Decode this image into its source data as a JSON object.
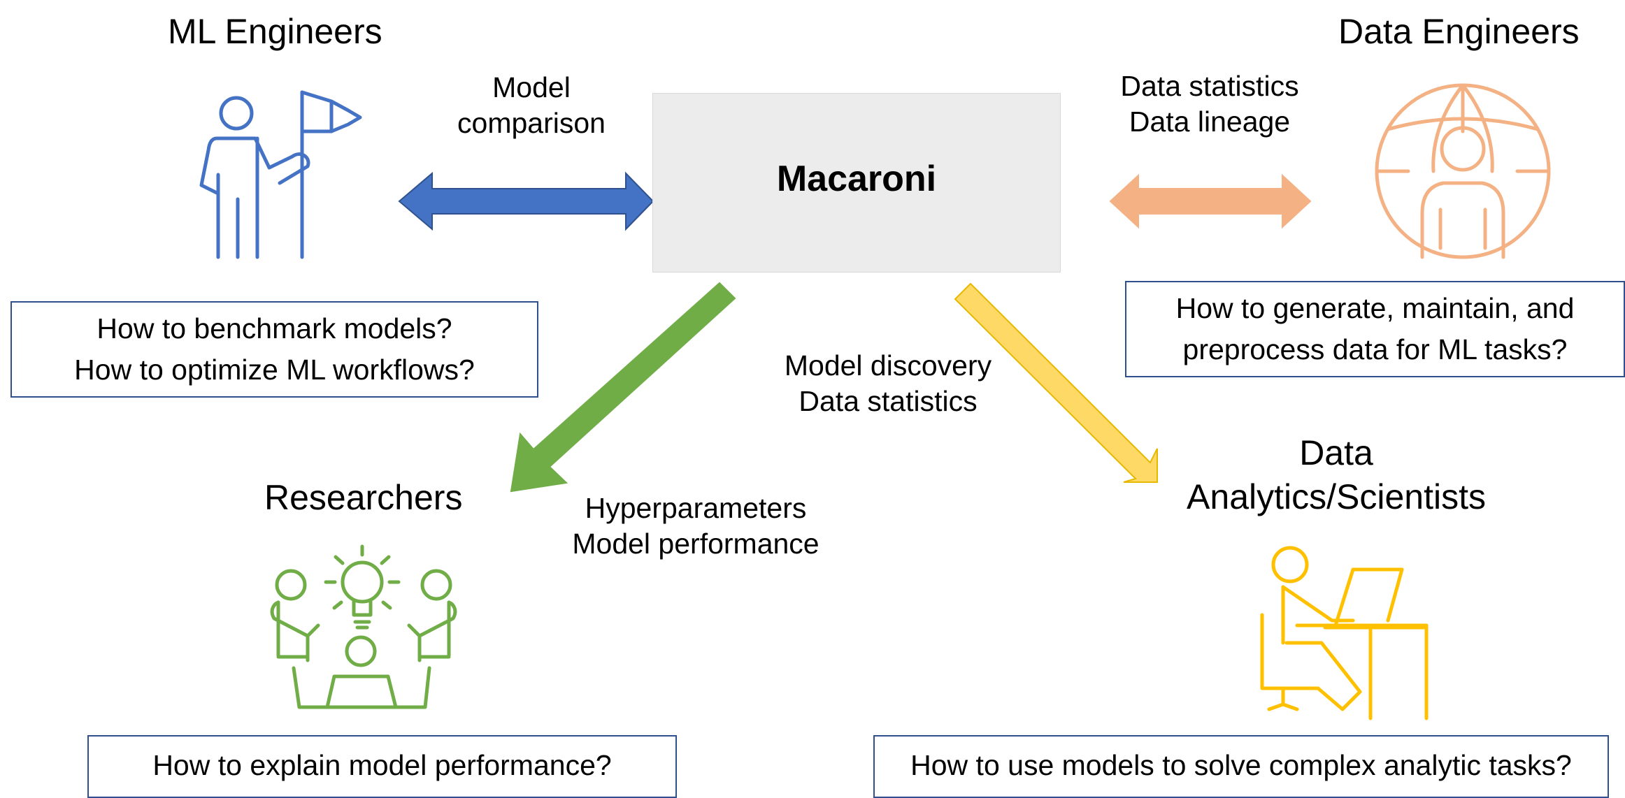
{
  "hub": {
    "name": "Macaroni"
  },
  "roles": {
    "ml_engineers": {
      "title": "ML Engineers",
      "questions": [
        "How to benchmark models?",
        "How to optimize ML workflows?"
      ],
      "color": "#4472c4",
      "icon": "person-with-flag-icon"
    },
    "data_engineers": {
      "title": "Data Engineers",
      "questions": [
        "How to generate, maintain, and",
        "preprocess data for ML tasks?"
      ],
      "color": "#f4b183",
      "icon": "globe-person-icon"
    },
    "researchers": {
      "title": "Researchers",
      "questions": [
        "How to explain model performance?"
      ],
      "color": "#70ad47",
      "icon": "team-idea-icon"
    },
    "data_scientists": {
      "title_line1": "Data",
      "title_line2": "Analytics/Scientists",
      "questions": [
        "How to use models to solve complex analytic tasks?"
      ],
      "color": "#ffc000",
      "icon": "person-at-computer-icon"
    }
  },
  "edges": {
    "ml_engineers": {
      "lines": [
        "Model",
        "comparison"
      ],
      "color": "#4472c4",
      "direction": "bidirectional"
    },
    "data_engineers": {
      "lines": [
        "Data statistics",
        "Data lineage"
      ],
      "color": "#f4b183",
      "direction": "bidirectional"
    },
    "researchers": {
      "lines": [
        "Hyperparameters",
        "Model performance"
      ],
      "color": "#70ad47",
      "direction": "from-hub"
    },
    "data_scientists": {
      "lines": [
        "Model discovery",
        "Data statistics"
      ],
      "color": "#ffd966",
      "direction": "from-hub"
    }
  }
}
